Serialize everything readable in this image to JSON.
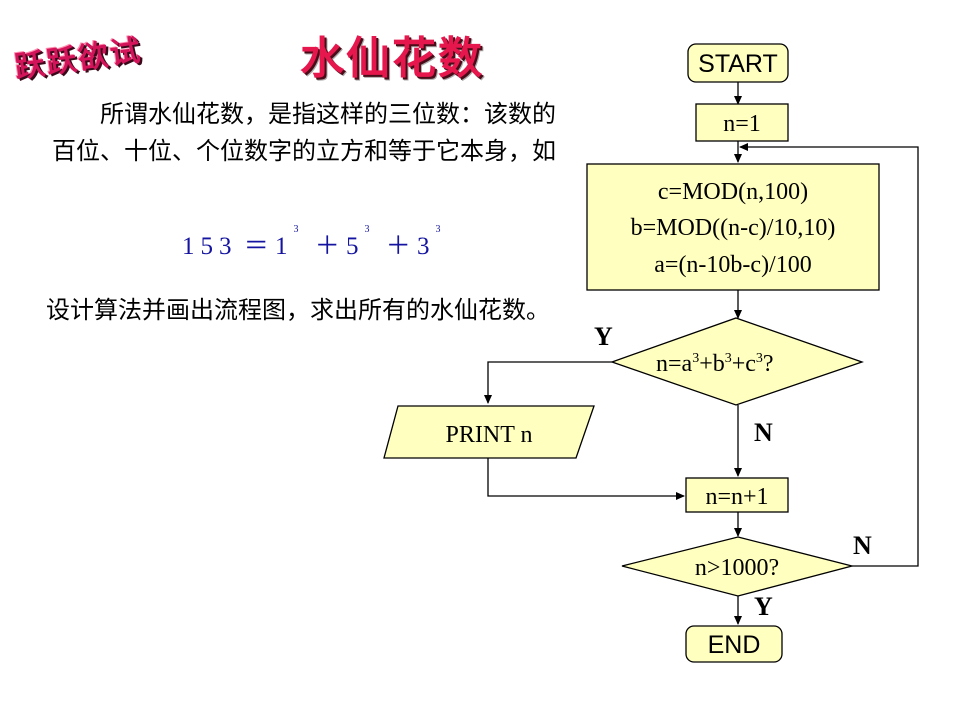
{
  "header": {
    "badge": "跃跃欲试",
    "title": "水仙花数"
  },
  "intro": {
    "paragraph": "所谓水仙花数，是指这样的三位数：该数的百位、十位、个位数字的立方和等于它本身，如",
    "equation": {
      "number": "153",
      "equals": "＝",
      "terms": [
        {
          "base": "1",
          "exp": "3"
        },
        {
          "base": "5",
          "exp": "3"
        },
        {
          "base": "3",
          "exp": "3"
        }
      ],
      "plus": "＋"
    },
    "task": "设计算法并画出流程图，求出所有的水仙花数。"
  },
  "flowchart": {
    "start": "START",
    "init": "n=1",
    "compute": [
      "c=MOD(n,100)",
      "b=MOD((n-c)/10,10)",
      "a=(n-10b-c)/100"
    ],
    "check": {
      "lhs": "n=a",
      "b": "+b",
      "c": "+c",
      "exp": "3",
      "q": "?"
    },
    "print": "PRINT n",
    "increment": "n=n+1",
    "loop_check": "n>1000?",
    "end": "END",
    "labels": {
      "yes1": "Y",
      "no1": "N",
      "no2": "N",
      "yes2": "Y"
    }
  },
  "colors": {
    "node_fill": "#ffffc0",
    "title_color": "#e6174d",
    "equation_color": "#1414a0"
  }
}
